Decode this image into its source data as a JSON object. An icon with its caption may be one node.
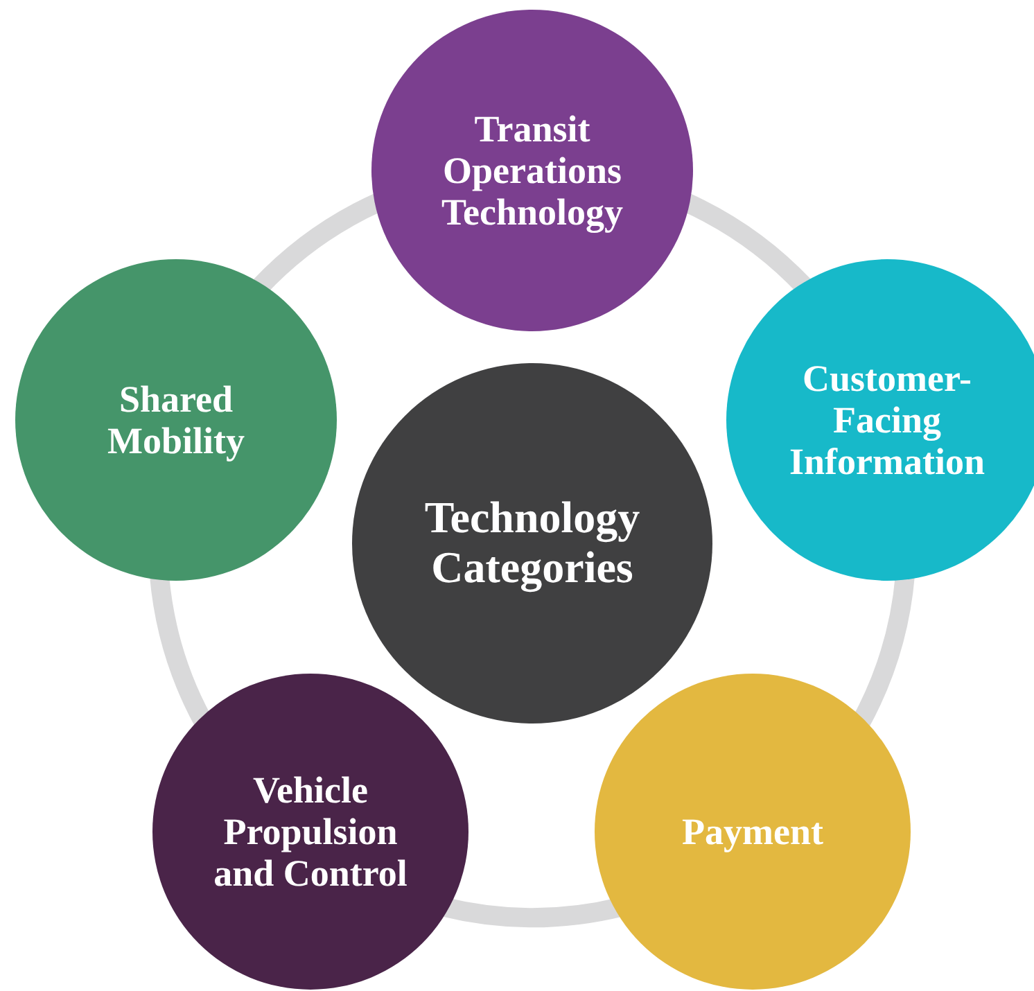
{
  "diagram": {
    "nodes": [
      {
        "text": [
          "Technology Categories"
        ]
      },
      {
        "text": [
          "Transit Operations Technology"
        ]
      },
      {
        "text": [
          "Customer-Facing Information"
        ]
      },
      {
        "text": [
          "Payment"
        ]
      },
      {
        "text": [
          "Vehicle Propulsion and Control"
        ]
      },
      {
        "text": [
          "Shared Mobility"
        ]
      }
    ],
    "edges": [
      {
        "from": 1,
        "to": 2,
        "arrow": "none"
      },
      {
        "from": 2,
        "to": 3,
        "arrow": "none"
      },
      {
        "from": 3,
        "to": 4,
        "arrow": "none"
      },
      {
        "from": 4,
        "to": 5,
        "arrow": "none"
      },
      {
        "from": 5,
        "to": 1,
        "arrow": "none"
      }
    ]
  }
}
